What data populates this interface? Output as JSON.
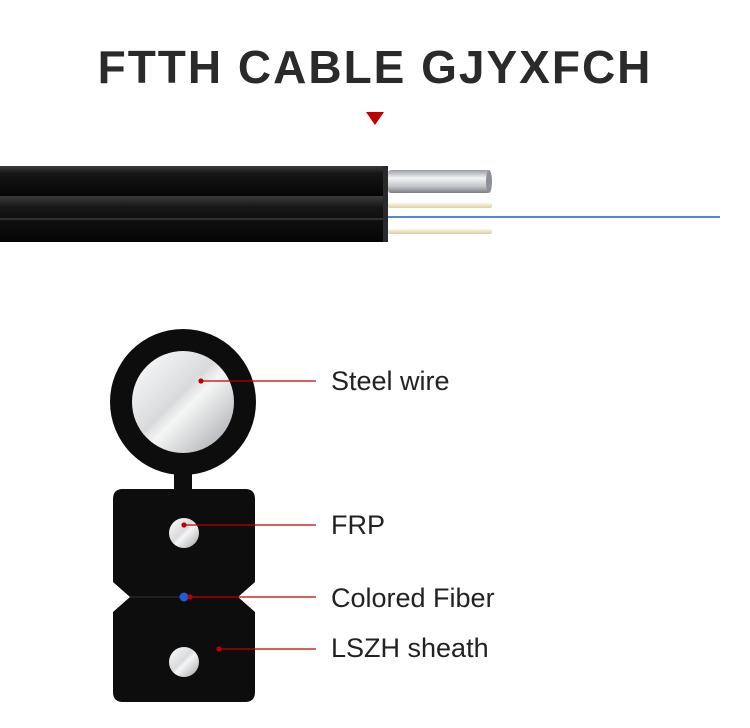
{
  "title": "FTTH CABLE GJYXFCH",
  "colors": {
    "title": "#2a2a2a",
    "marker": "#c00000",
    "sheath": "#0d0d0d",
    "leader": "#c00000",
    "fiber": "#1e5bd8",
    "fiber_buffer": "#e9dfc0"
  },
  "components": [
    {
      "name": "steel-wire",
      "label": "Steel wire"
    },
    {
      "name": "frp",
      "label": "FRP"
    },
    {
      "name": "colored-fiber",
      "label": "Colored Fiber"
    },
    {
      "name": "lszh-sheath",
      "label": "LSZH sheath"
    }
  ]
}
